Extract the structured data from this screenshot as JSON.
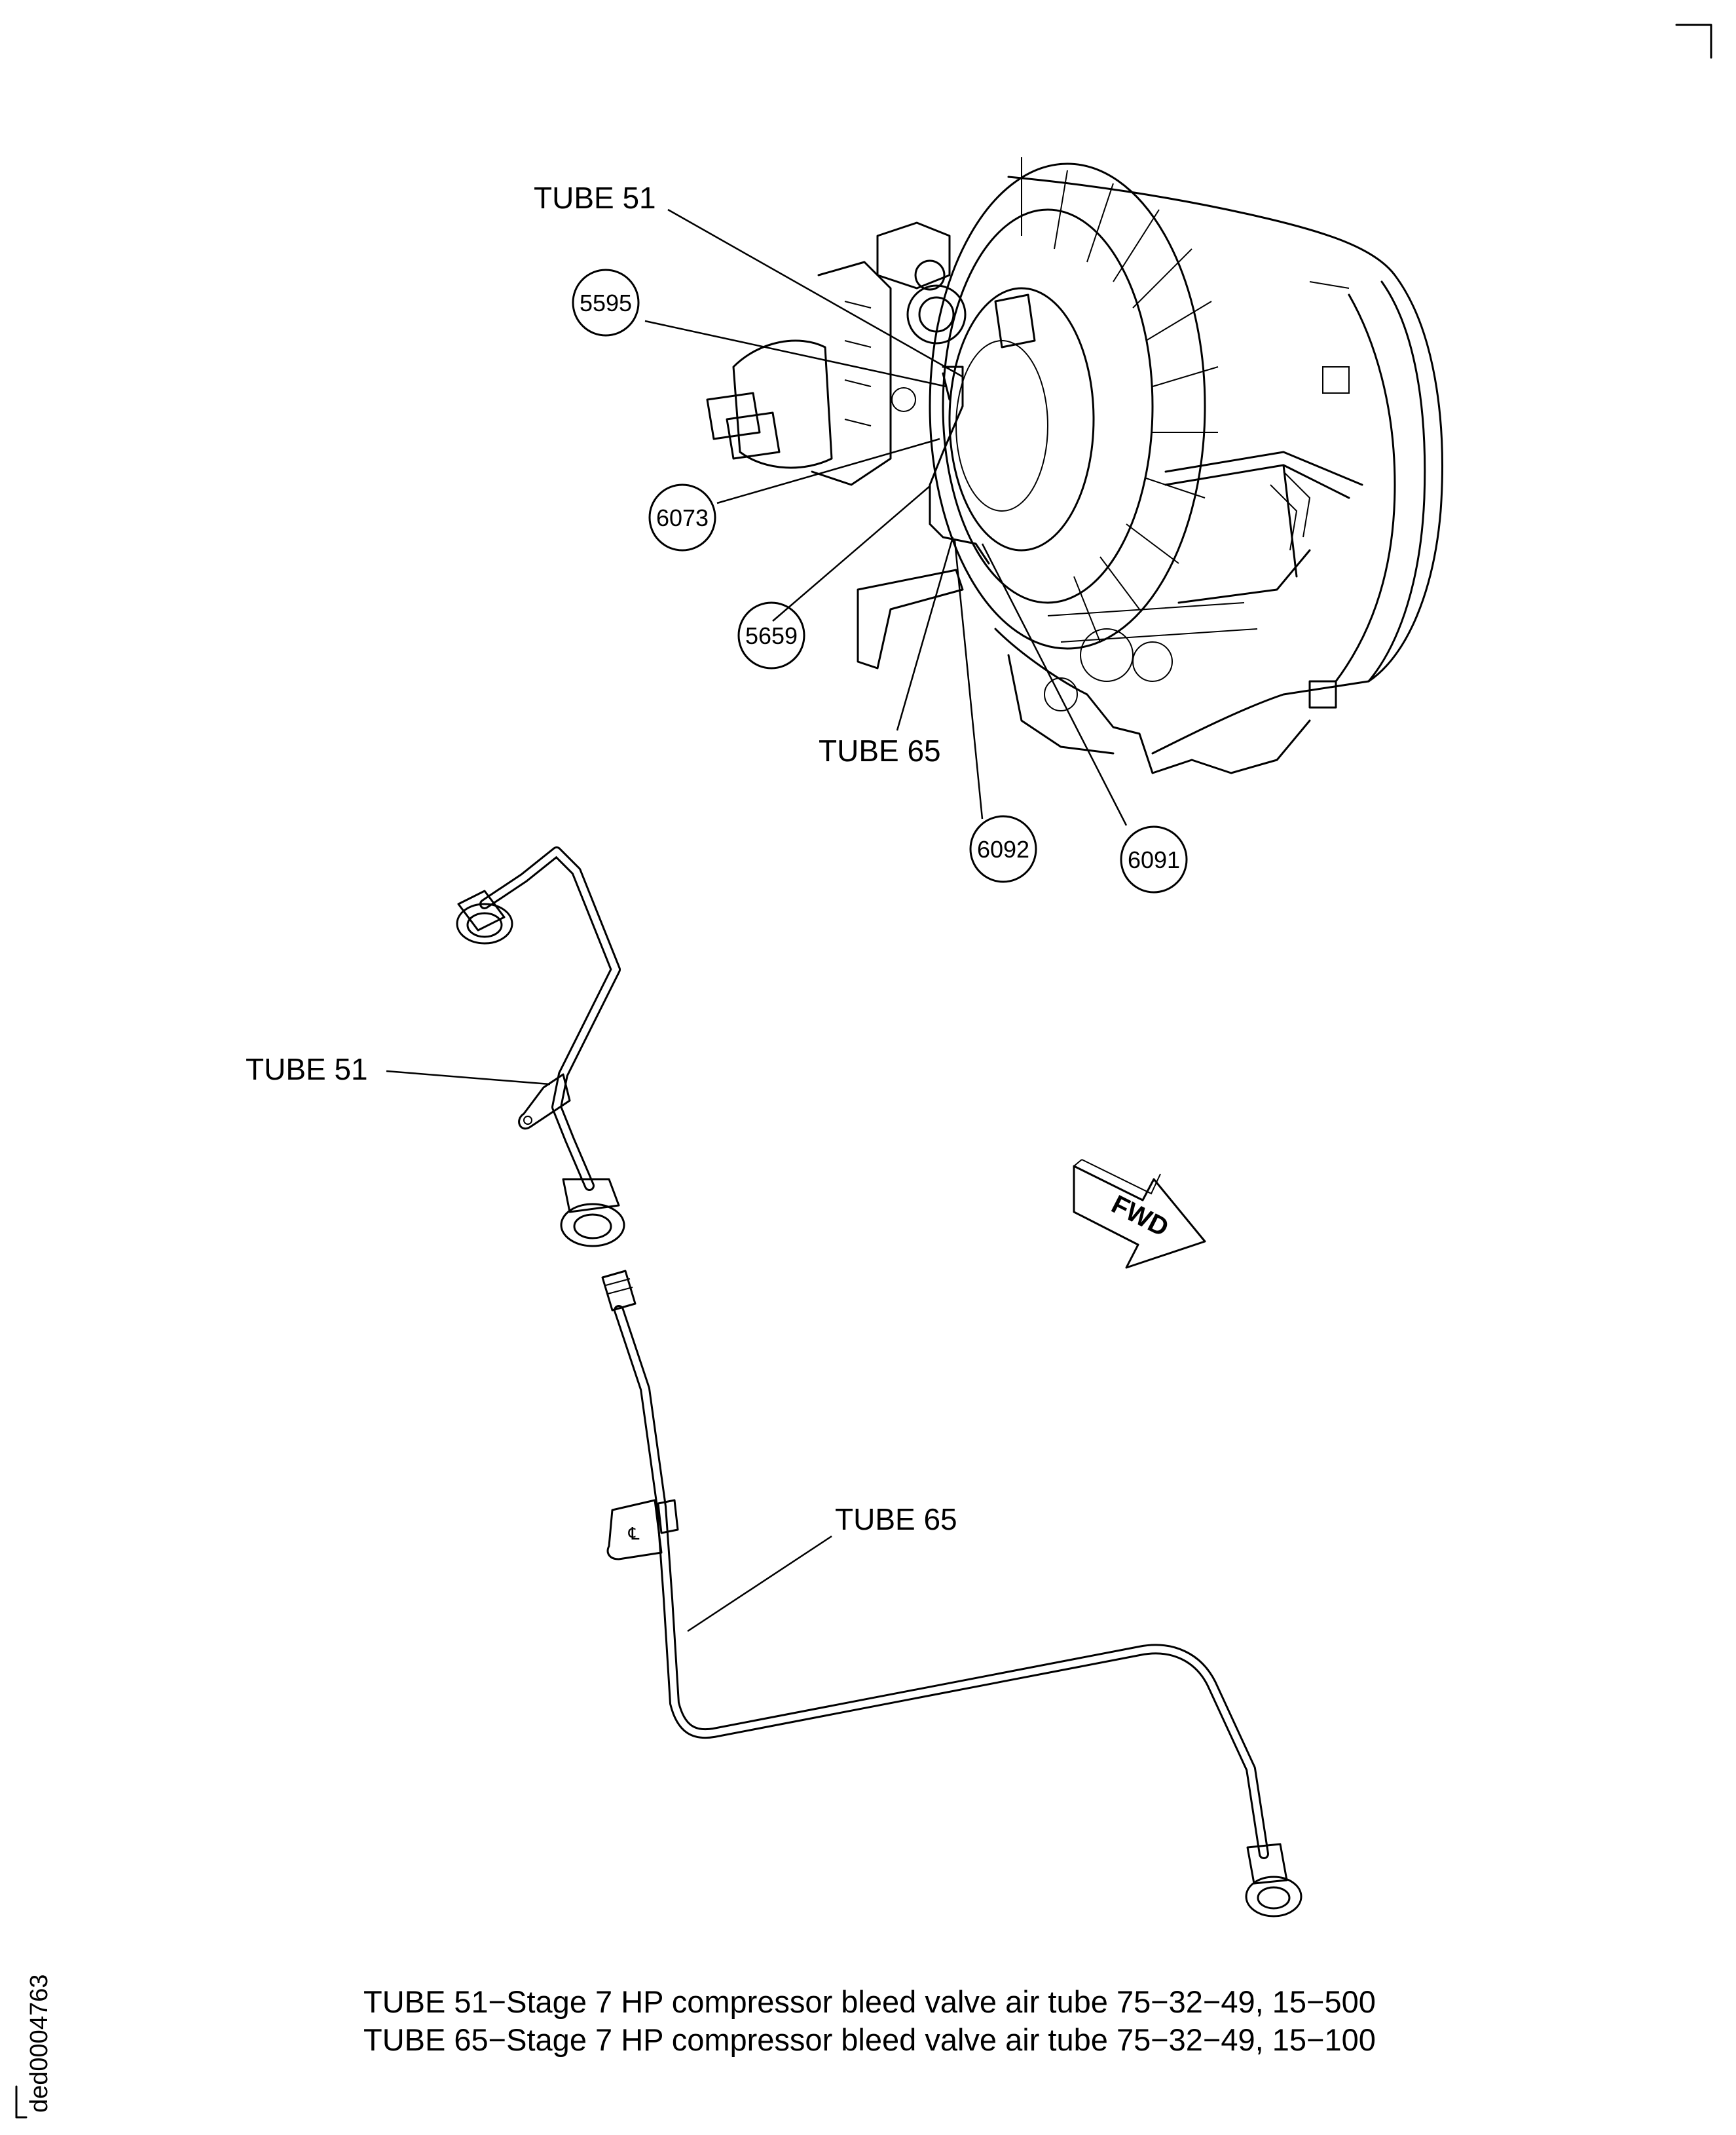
{
  "labels": {
    "tube51_top": "TUBE 51",
    "tube65_top": "TUBE 65",
    "tube51_detail": "TUBE 51",
    "tube65_detail": "TUBE 65"
  },
  "callouts": {
    "c5595": "5595",
    "c6073": "6073",
    "c5659": "5659",
    "c6092": "6092",
    "c6091": "6091"
  },
  "direction_arrow": "FWD",
  "centerline_symbol": "℄",
  "caption": {
    "line1": "TUBE 51−Stage 7 HP compressor bleed valve air tube 75−32−49, 15−500",
    "line2": "TUBE 65−Stage 7 HP compressor bleed valve air tube 75−32−49, 15−100"
  },
  "document_id": "ded0004763"
}
